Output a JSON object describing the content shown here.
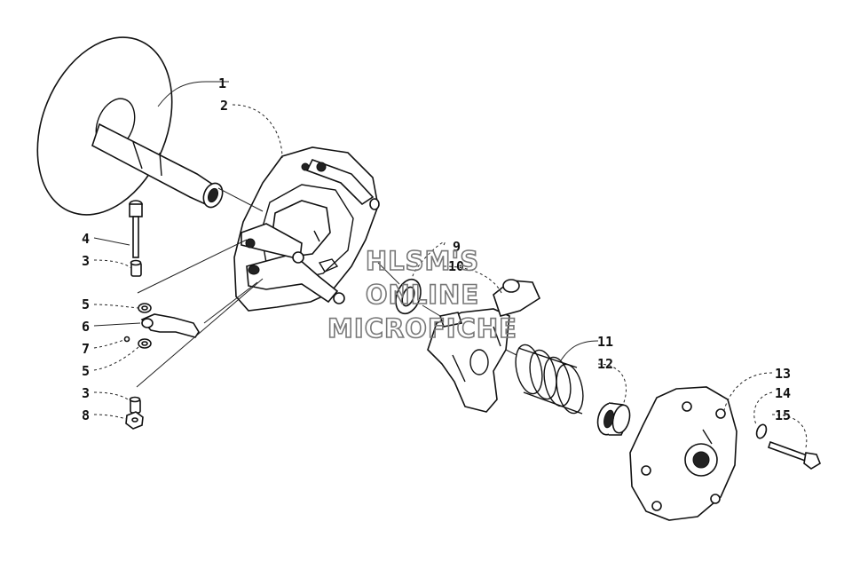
{
  "diagram": {
    "callouts": [
      {
        "id": "c1",
        "label": "1"
      },
      {
        "id": "c2",
        "label": "2"
      },
      {
        "id": "c4",
        "label": "4"
      },
      {
        "id": "c3a",
        "label": "3"
      },
      {
        "id": "c5a",
        "label": "5"
      },
      {
        "id": "c6",
        "label": "6"
      },
      {
        "id": "c7",
        "label": "7"
      },
      {
        "id": "c5b",
        "label": "5"
      },
      {
        "id": "c3b",
        "label": "3"
      },
      {
        "id": "c8",
        "label": "8"
      },
      {
        "id": "c9",
        "label": "9"
      },
      {
        "id": "c10",
        "label": "10"
      },
      {
        "id": "c11",
        "label": "11"
      },
      {
        "id": "c12",
        "label": "12"
      },
      {
        "id": "c13",
        "label": "13"
      },
      {
        "id": "c14",
        "label": "14"
      },
      {
        "id": "c15",
        "label": "15"
      }
    ],
    "watermark": [
      "HLSM'S",
      "ONLINE",
      "MICROFICHE"
    ]
  }
}
